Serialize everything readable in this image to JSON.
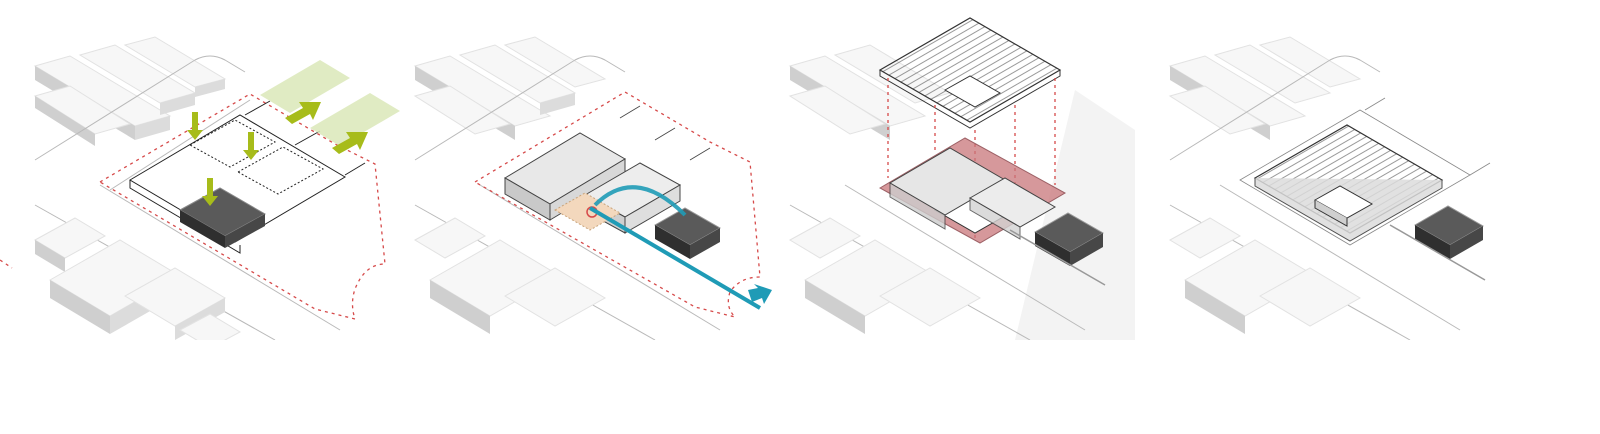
{
  "diagram": {
    "panels": [
      {
        "id": "panel-1",
        "arrows": "green",
        "accent": "#a7bc1a"
      },
      {
        "id": "panel-2",
        "arrows": "blue",
        "accent": "#1f9bb6"
      },
      {
        "id": "panel-3",
        "arrows": "red-projection",
        "accent": "#b94a4f"
      },
      {
        "id": "panel-4",
        "arrows": "none",
        "accent": "#3c3c3c"
      }
    ],
    "colors": {
      "site_boundary": "#d64a4a",
      "green_arrow": "#a7bc1a",
      "green_band": "#dbe8b9",
      "blue_path": "#1f9bb6",
      "peach_zone": "#f3d8bd",
      "courtyard_red": "#c9767a",
      "dark_block": "#3c3c3c",
      "roof_hatch": "#555555"
    }
  }
}
